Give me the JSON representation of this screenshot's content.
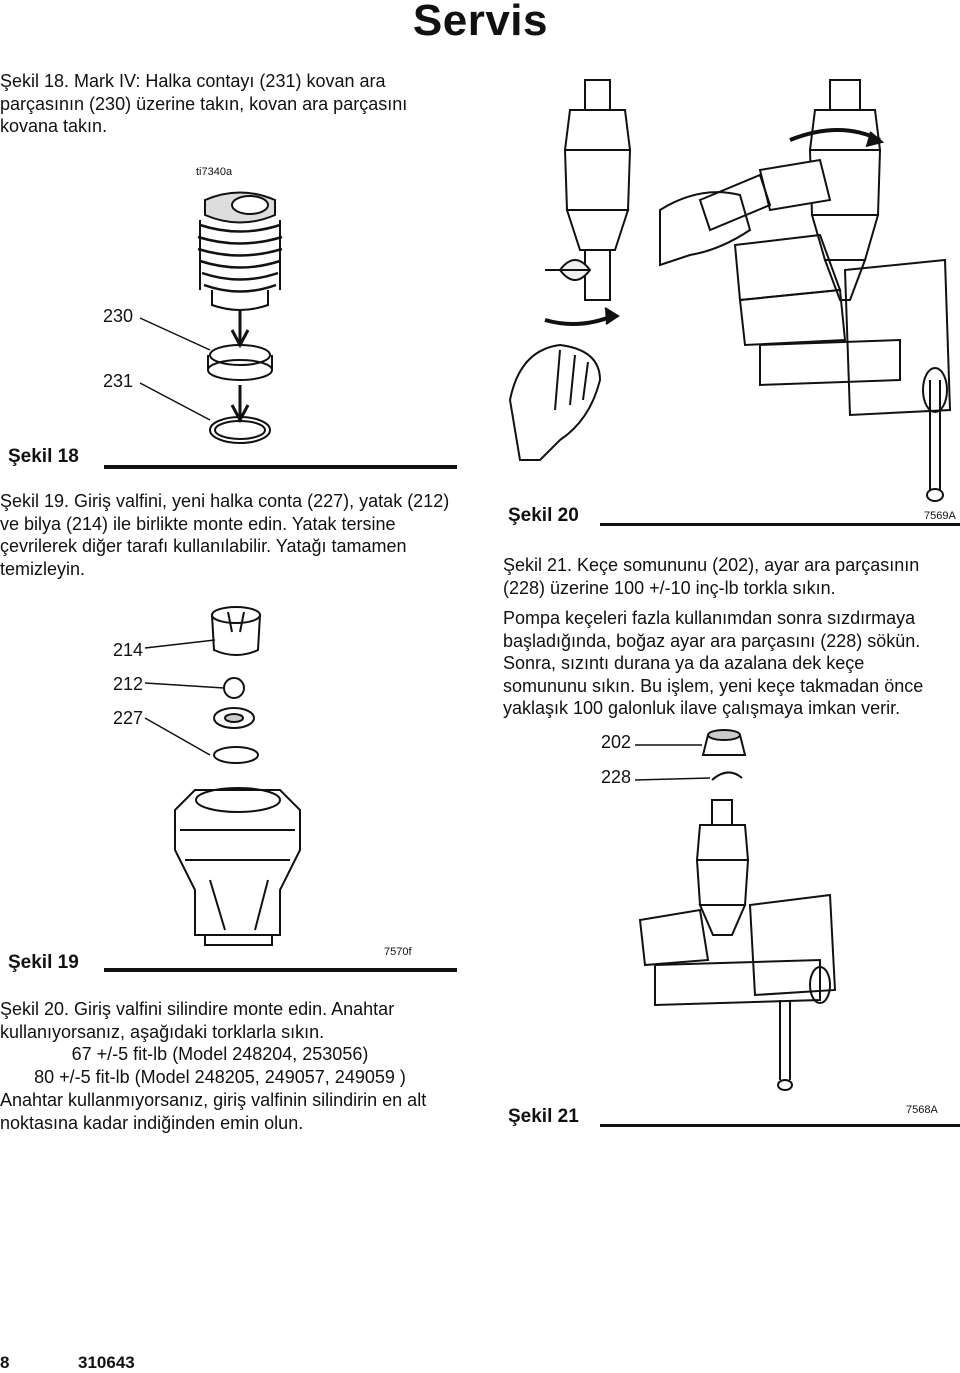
{
  "header": {
    "title": "Servis"
  },
  "section18": {
    "paragraph": "Şekil 18. Mark IV: Halka contayı (231) kovan ara parçasının (230) üzerine takın, kovan ara parçasını kovana takın.",
    "figure_code": "ti7340a",
    "callouts": [
      "230",
      "231"
    ],
    "caption": "Şekil 18"
  },
  "section19": {
    "paragraph": "Şekil 19. Giriş valfini, yeni halka conta (227), yatak (212) ve bilya (214) ile birlikte monte edin. Yatak tersine çevrilerek diğer tarafı kullanılabilir. Yatağı tamamen temizleyin.",
    "callouts": [
      "214",
      "212",
      "227"
    ],
    "caption": "Şekil 19",
    "figure_code": "7570f"
  },
  "section20": {
    "caption": "Şekil 20",
    "figure_code": "7569A",
    "paragraph_line1": "Şekil 20. Giriş valfini silindire monte edin. Anahtar kullanıyorsanız, aşağıdaki torklarla sıkın.",
    "torque1": "67 +/-5 fit-lb (Model 248204, 253056)",
    "torque2": "80 +/-5 fit-lb (Model 248205, 249057, 249059 )",
    "paragraph_line2": "Anahtar kullanmıyorsanız, giriş valfinin silindirin en alt noktasına kadar indiğinden emin olun."
  },
  "section21": {
    "paragraph1": "Şekil 21. Keçe somununu (202), ayar ara parçasının (228) üzerine 100 +/-10 inç-lb torkla sıkın.",
    "paragraph2": "Pompa keçeleri fazla kullanımdan sonra sızdırmaya başladığında, boğaz ayar ara parçasını (228) sökün. Sonra, sızıntı durana ya da azalana dek keçe somununu sıkın. Bu işlem, yeni keçe takmadan önce yaklaşık 100 galonluk ilave çalışmaya imkan verir.",
    "callouts": [
      "202",
      "228"
    ],
    "caption": "Şekil 21",
    "figure_code": "7568A"
  },
  "footer": {
    "page_number": "8",
    "doc_number": "310643"
  }
}
